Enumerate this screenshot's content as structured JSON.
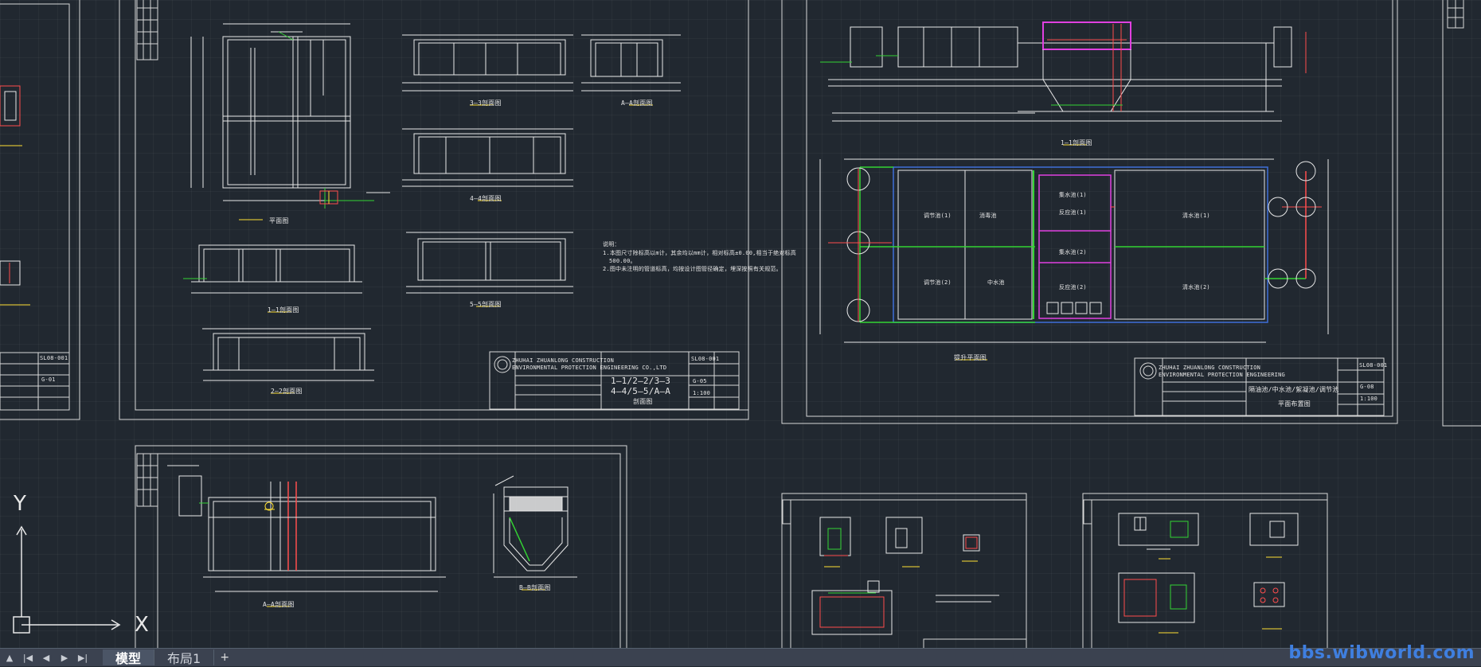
{
  "layout_tabs": {
    "nav": [
      "▲",
      "|◀",
      "◀",
      "▶",
      "▶|"
    ],
    "model_tab": "模型",
    "layout1_tab": "布局1",
    "add_tab": "+"
  },
  "ucs": {
    "y_label": "Y",
    "x_label": "X"
  },
  "watermark": "bbs.wibworld.com",
  "sheet1": {
    "sec_plan": "平面图",
    "sec_11": "1—1剖面图",
    "sec_22": "2—2剖面图",
    "sec_33": "3—3剖面图",
    "sec_44": "4—4剖面图",
    "sec_55": "5—5剖面图",
    "sec_AA": "A—A剖面图",
    "notes_title": "说明：",
    "note1": "1.本图尺寸除标高以m计，其余均以mm计，相对标高±0.00,相当于绝对标高",
    "note1b": "500.00。",
    "note2": "2.图中未注明的管道标高，均按设计图管径确定，埋深按照有关规范。",
    "company1": "ZHUHAI ZHUANLONG CONSTRUCTION",
    "company2": "ENVIRONMENTAL PROTECTION ENGINEERING CO.,LTD",
    "drawing_no": "SL08-001",
    "title_l1": "1—1/2—2/3—3",
    "title_l2": "4—4/5—5/A—A",
    "title_l3": "剖面图",
    "sheet_no": "G-05",
    "scale": "1:100"
  },
  "sheet2": {
    "sec_11": "1—1剖面图",
    "plan": "提升平面图",
    "zones": [
      "调节池(1)",
      "调节池(2)",
      "中水池",
      "集水池(1)",
      "集水池(2)",
      "反应池(1)",
      "反应池(2)",
      "清水池(1)",
      "清水池(2)",
      "消毒池"
    ],
    "company1": "ZHUHAI ZHUANLONG CONSTRUCTION",
    "company2": "ENVIRONMENTAL PROTECTION ENGINEERING",
    "drawing_no": "SL08-001",
    "title": "隔油池/中水池/絮凝池/调节池",
    "title2": "平面布置图",
    "sheet_no": "G-08",
    "scale": "1:100"
  },
  "sheet_left": {
    "drawing_no": "SL08-001",
    "sheet_no": "G-01"
  },
  "sheet3": {
    "sec_AA": "A—A剖面图",
    "sec_BB": "B—B剖面图"
  },
  "colors": {
    "line": "#e8e8e8",
    "red": "#ff4d4d",
    "green": "#33d433",
    "yellow": "#ffe033",
    "magenta": "#e040e0",
    "blue": "#3f6fd8",
    "frame": "#d8d8d8"
  }
}
